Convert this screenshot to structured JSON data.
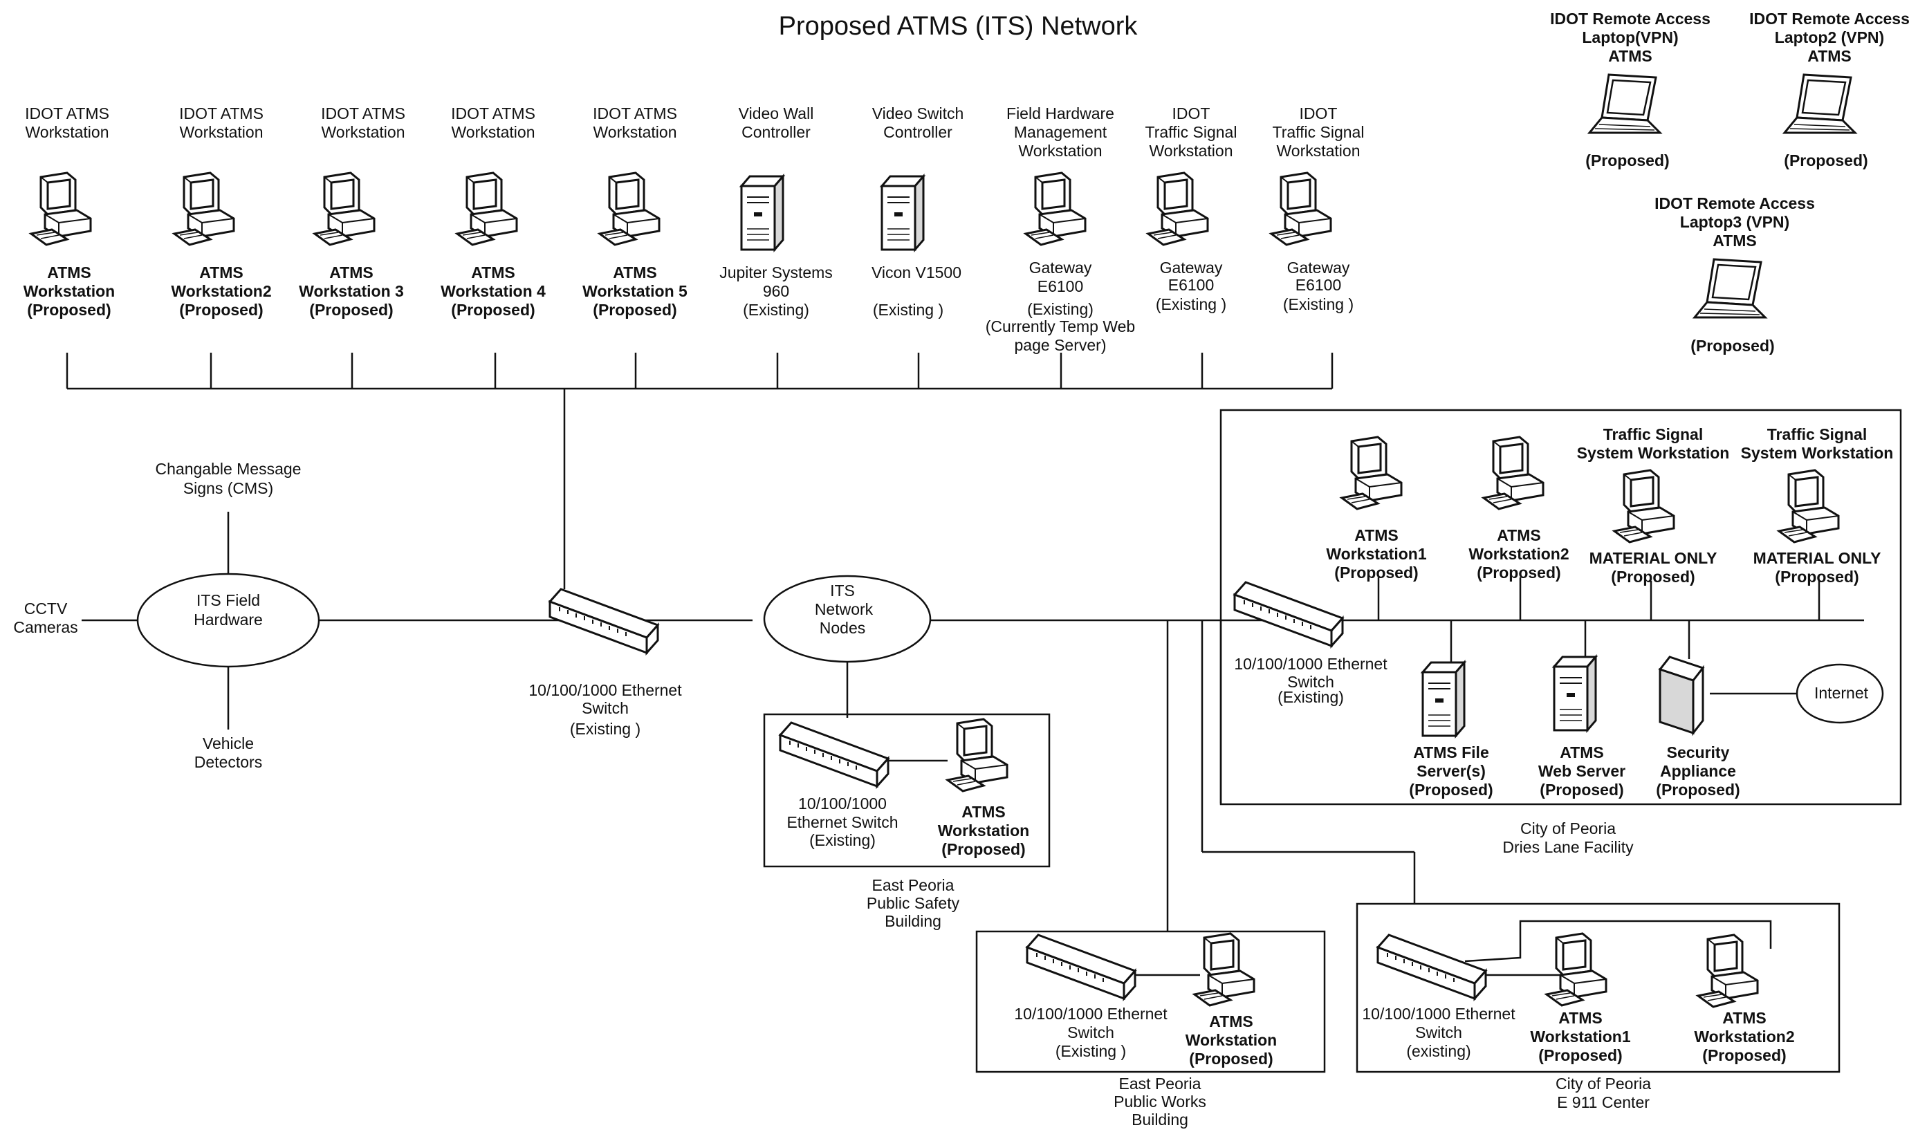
{
  "title": "Proposed ATMS (ITS) Network",
  "laptops": [
    {
      "top": [
        "IDOT Remote Access",
        "Laptop(VPN)",
        "ATMS"
      ],
      "bottom": "(Proposed)"
    },
    {
      "top": [
        "IDOT Remote Access",
        "Laptop2 (VPN)",
        "ATMS"
      ],
      "bottom": "(Proposed)"
    },
    {
      "top": [
        "IDOT Remote Access",
        "Laptop3 (VPN)",
        "ATMS"
      ],
      "bottom": "(Proposed)"
    }
  ],
  "top_row": [
    {
      "top": [
        "IDOT ATMS",
        "Workstation"
      ],
      "bottom": [
        "ATMS",
        "Workstation",
        "(Proposed)"
      ]
    },
    {
      "top": [
        "IDOT ATMS",
        "Workstation"
      ],
      "bottom": [
        "ATMS",
        "Workstation2",
        "(Proposed)"
      ]
    },
    {
      "top": [
        "IDOT ATMS",
        "Workstation"
      ],
      "bottom": [
        "ATMS",
        "Workstation 3",
        "(Proposed)"
      ]
    },
    {
      "top": [
        "IDOT ATMS",
        "Workstation"
      ],
      "bottom": [
        "ATMS",
        "Workstation 4",
        "(Proposed)"
      ]
    },
    {
      "top": [
        "IDOT ATMS",
        "Workstation"
      ],
      "bottom": [
        "ATMS",
        "Workstation 5",
        "(Proposed)"
      ]
    },
    {
      "top": [
        "Video Wall",
        "Controller"
      ],
      "bottom": [
        "Jupiter Systems",
        "960",
        "(Existing)"
      ]
    },
    {
      "top": [
        "Video Switch",
        "Controller"
      ],
      "bottom": [
        "Vicon V1500",
        "",
        "(Existing )"
      ]
    },
    {
      "top": [
        "Field Hardware",
        "Management",
        "Workstation"
      ],
      "bottom": [
        "Gateway",
        "E6100",
        "(Existing)",
        "(Currently Temp Web",
        "page Server)"
      ]
    },
    {
      "top": [
        "IDOT",
        "Traffic Signal",
        "Workstation"
      ],
      "bottom": [
        "Gateway",
        "E6100",
        "(Existing )"
      ]
    },
    {
      "top": [
        "IDOT",
        "Traffic Signal",
        "Workstation"
      ],
      "bottom": [
        "Gateway",
        "E6100",
        "(Existing )"
      ]
    }
  ],
  "field": {
    "cms": [
      "Changable Message",
      "Signs (CMS)"
    ],
    "cctv": [
      "CCTV",
      "Cameras"
    ],
    "hardware": [
      "ITS Field",
      "Hardware"
    ],
    "detectors": [
      "Vehicle",
      "Detectors"
    ]
  },
  "main_switch": [
    "10/100/1000 Ethernet",
    "Switch",
    "(Existing )"
  ],
  "its_nodes": [
    "ITS",
    "Network",
    "Nodes"
  ],
  "east_peoria_safety": {
    "switch": [
      "10/100/1000",
      "Ethernet Switch",
      "(Existing)"
    ],
    "ws": [
      "ATMS",
      "Workstation",
      "(Proposed)"
    ],
    "caption": [
      "East Peoria",
      "Public Safety",
      "Building"
    ]
  },
  "dries_lane": {
    "switch": [
      "10/100/1000 Ethernet",
      "Switch",
      "(Existing)"
    ],
    "ws1": [
      "ATMS",
      "Workstation1",
      "(Proposed)"
    ],
    "ws2": [
      "ATMS",
      "Workstation2",
      "(Proposed)"
    ],
    "tsws1_top": [
      "Traffic Signal",
      "System Workstation"
    ],
    "tsws1_bottom": [
      "MATERIAL ONLY",
      "(Proposed)"
    ],
    "tsws2_top": [
      "Traffic Signal",
      "System Workstation"
    ],
    "tsws2_bottom": [
      "MATERIAL ONLY",
      "(Proposed)"
    ],
    "file_server": [
      "ATMS File",
      "Server(s)",
      "(Proposed)"
    ],
    "web_server": [
      "ATMS",
      "Web Server",
      "(Proposed)"
    ],
    "security": [
      "Security",
      "Appliance",
      "(Proposed)"
    ],
    "internet": "Internet",
    "caption": [
      "City of Peoria",
      "Dries Lane Facility"
    ]
  },
  "public_works": {
    "switch": [
      "10/100/1000 Ethernet",
      "Switch",
      "(Existing )"
    ],
    "ws": [
      "ATMS",
      "Workstation",
      "(Proposed)"
    ],
    "caption": [
      "East Peoria",
      "Public Works",
      "Building"
    ]
  },
  "e911": {
    "switch": [
      "10/100/1000 Ethernet",
      "Switch",
      "(existing)"
    ],
    "ws1": [
      "ATMS",
      "Workstation1",
      "(Proposed)"
    ],
    "ws2": [
      "ATMS",
      "Workstation2",
      "(Proposed)"
    ],
    "caption": [
      "City of Peoria",
      "E 911 Center"
    ]
  }
}
